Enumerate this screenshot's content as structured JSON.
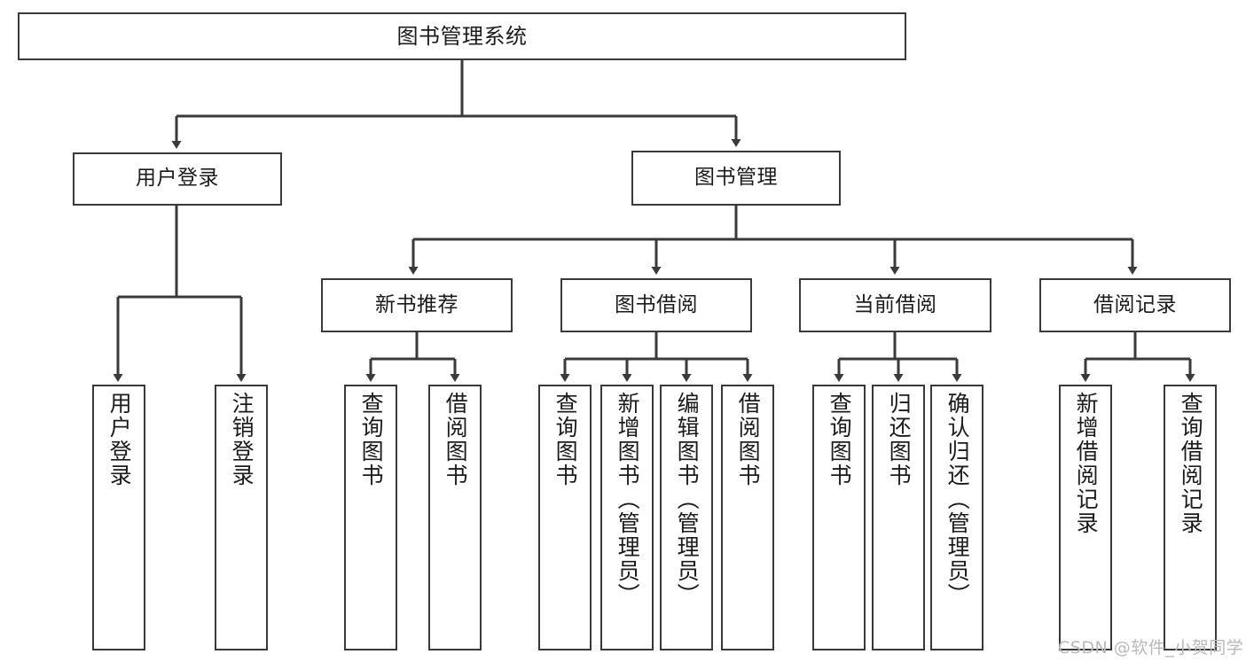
{
  "diagram": {
    "title": "图书管理系统",
    "watermark": "CSDN @软件_小贺同学",
    "accent_color": "#3a3a3a",
    "background_color": "#ffffff",
    "nodes": {
      "root": {
        "label": "图书管理系统"
      },
      "user_login": {
        "label": "用户登录"
      },
      "book_manage": {
        "label": "图书管理"
      },
      "new_book_rec": {
        "label": "新书推荐"
      },
      "book_borrow": {
        "label": "图书借阅"
      },
      "current_borrow": {
        "label": "当前借阅"
      },
      "borrow_record": {
        "label": "借阅记录"
      },
      "leaf_user_login": {
        "label": "用户登录"
      },
      "leaf_user_logout": {
        "label": "注销登录"
      },
      "leaf_query_book_1": {
        "label": "查询图书"
      },
      "leaf_borrow_book_1": {
        "label": "借阅图书"
      },
      "leaf_query_book_2": {
        "label": "查询图书"
      },
      "leaf_add_book": {
        "label": "新增图书（管理员）"
      },
      "leaf_edit_book": {
        "label": "编辑图书（管理员）"
      },
      "leaf_borrow_book_2": {
        "label": "借阅图书"
      },
      "leaf_query_book_3": {
        "label": "查询图书"
      },
      "leaf_return_book": {
        "label": "归还图书"
      },
      "leaf_confirm_return": {
        "label": "确认归还（管理员）"
      },
      "leaf_add_record": {
        "label": "新增借阅记录"
      },
      "leaf_query_record": {
        "label": "查询借阅记录"
      }
    }
  }
}
